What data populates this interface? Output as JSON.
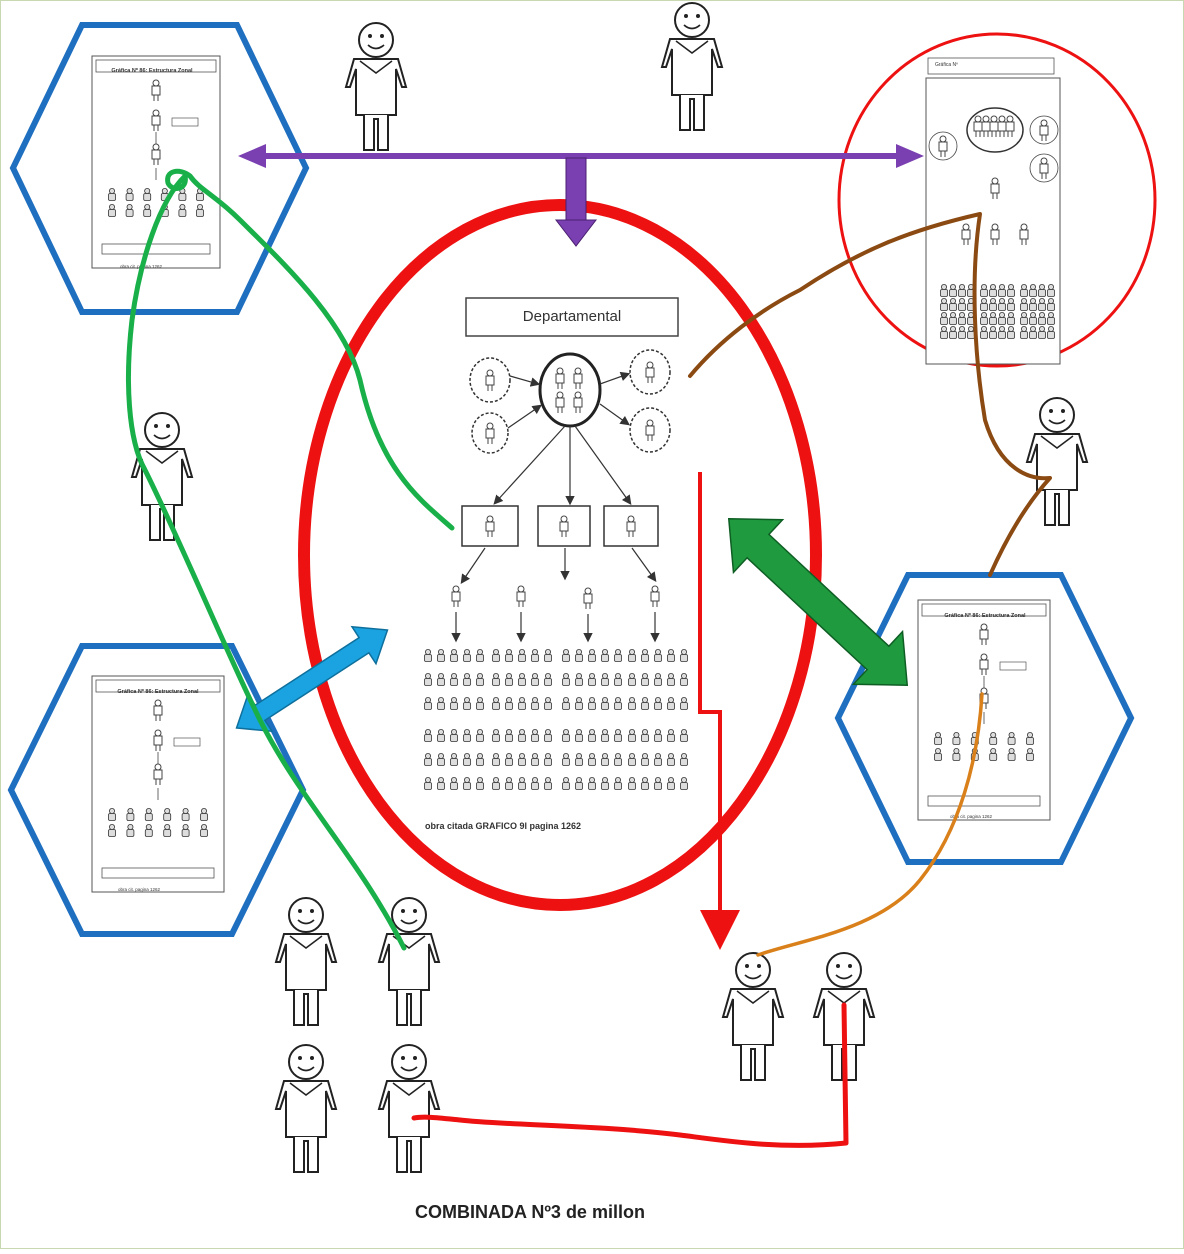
{
  "center_box_title": "Departamental",
  "center_caption": "obra citada GRAFICO 9l pagina 1262",
  "bottom_caption": "COMBINADA Nº3  de millon",
  "thumb_tl": {
    "title": "Gráfica Nº 86:  Estructura  Zonal",
    "caption": "obra cit. pagina 1262"
  },
  "thumb_bl": {
    "title": "Gráfica Nº 86:  Estructura  Zonal",
    "caption": "obra cit. pagina 1262"
  },
  "thumb_br": {
    "title": "Gráfica Nº 86:  Estructura  Zonal",
    "caption": "obra cit. pagina 1262"
  },
  "thumb_tr": {
    "title": "Gráfica Nº",
    "caption": ""
  },
  "colors": {
    "purple": "#7a3fb0",
    "red": "#ee1111",
    "blue_hex": "#1f6fc0",
    "green_line": "#19b04a",
    "brown_line": "#8b4a12",
    "orange_line": "#d9801a",
    "cyan_arrow": "#1aa3e0",
    "green_arrow": "#1f9a3e"
  }
}
